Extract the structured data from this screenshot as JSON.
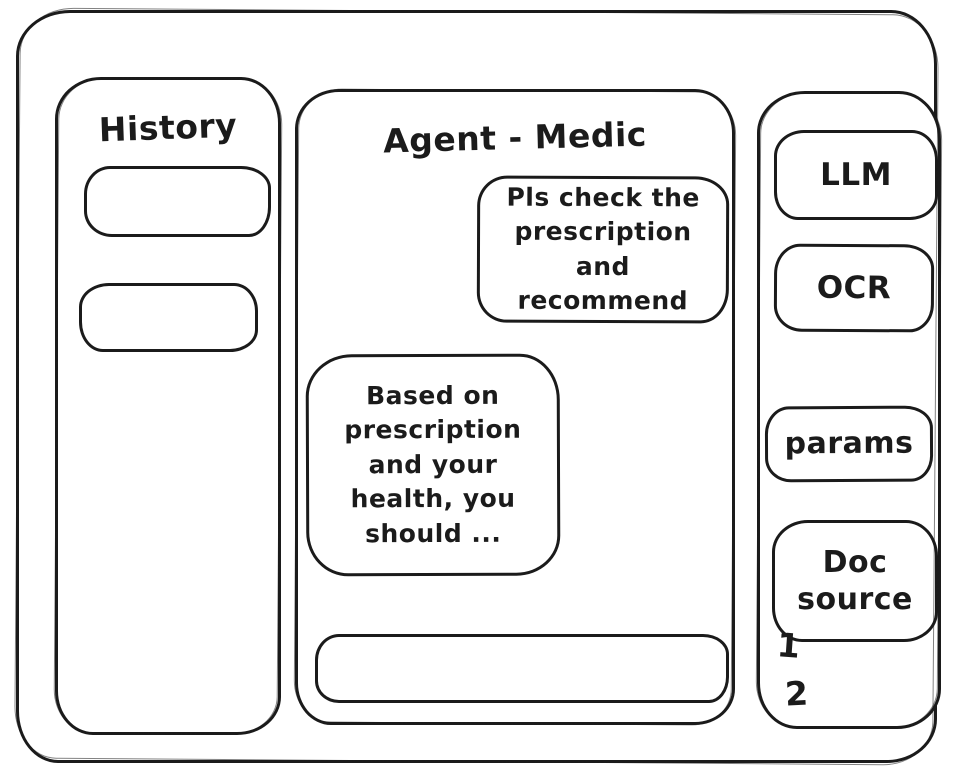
{
  "app": {
    "title": "Agent - Medic"
  },
  "sidebar": {
    "title": "History",
    "items": [
      {
        "label": ""
      },
      {
        "label": ""
      }
    ]
  },
  "chat": {
    "title": "Agent - Medic",
    "messages": [
      {
        "role": "user",
        "text": "Pls check the prescription and recommend"
      },
      {
        "role": "assistant",
        "text": "Based on prescription and your health, you should ..."
      }
    ],
    "input": {
      "value": "",
      "placeholder": ""
    }
  },
  "tools": {
    "items": [
      {
        "label": "LLM"
      },
      {
        "label": "OCR"
      },
      {
        "label": "params"
      },
      {
        "label": "Doc source"
      }
    ],
    "doc_source_refs": [
      "1",
      "2"
    ]
  },
  "colors": {
    "stroke": "#1b1b1b",
    "background": "#ffffff"
  }
}
